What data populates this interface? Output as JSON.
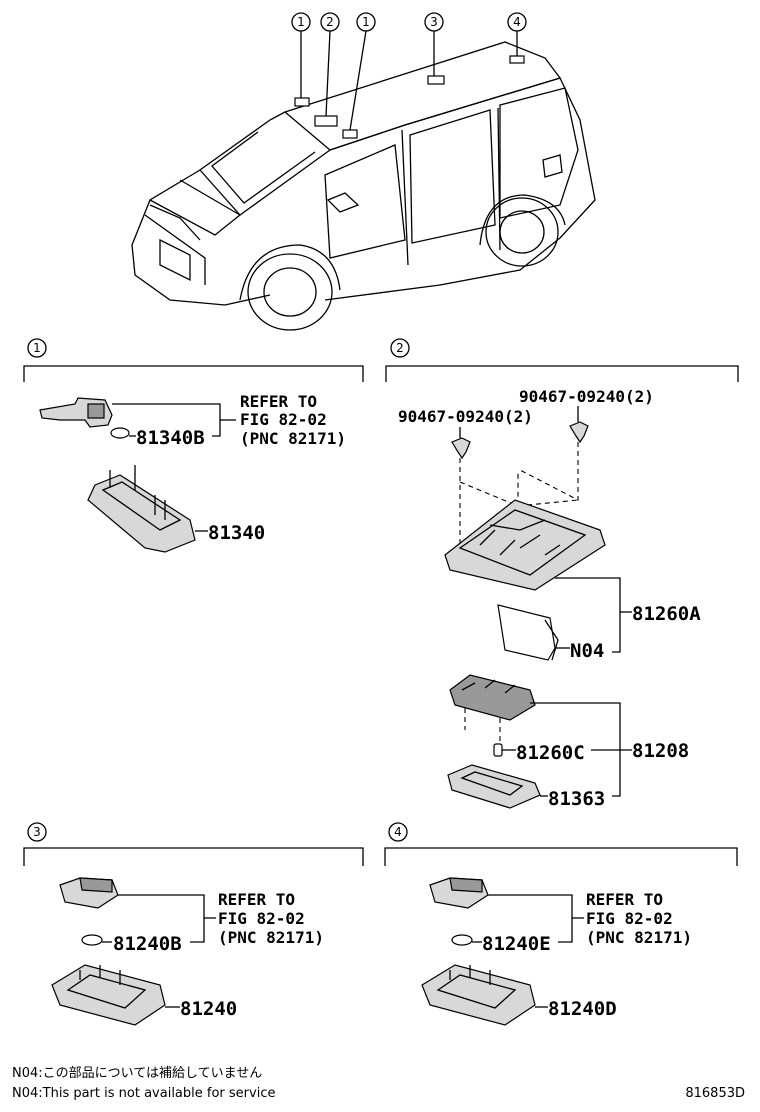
{
  "overview": {
    "callouts": [
      "1",
      "2",
      "1",
      "3",
      "4"
    ]
  },
  "section1": {
    "marker": "1",
    "refer": [
      "REFER TO",
      "FIG 82-02",
      "(PNC 82171)"
    ],
    "parts": {
      "bulb": "81340B",
      "lamp": "81340"
    }
  },
  "section2": {
    "marker": "2",
    "clip_right": "90467-09240(2)",
    "clip_left": "90467-09240(2)",
    "parts": {
      "assy": "81260A",
      "lens": "N04",
      "sub": "81208",
      "bulb": "81260C",
      "cover": "81363"
    }
  },
  "section3": {
    "marker": "3",
    "refer": [
      "REFER TO",
      "FIG 82-02",
      "(PNC 82171)"
    ],
    "parts": {
      "bulb": "81240B",
      "lamp": "81240"
    }
  },
  "section4": {
    "marker": "4",
    "refer": [
      "REFER TO",
      "FIG 82-02",
      "(PNC 82171)"
    ],
    "parts": {
      "bulb": "81240E",
      "lamp": "81240D"
    }
  },
  "notes": {
    "jp": "N04:この部品については補給していません",
    "en": "N04:This part is not available for service"
  },
  "figure_id": "816853D"
}
